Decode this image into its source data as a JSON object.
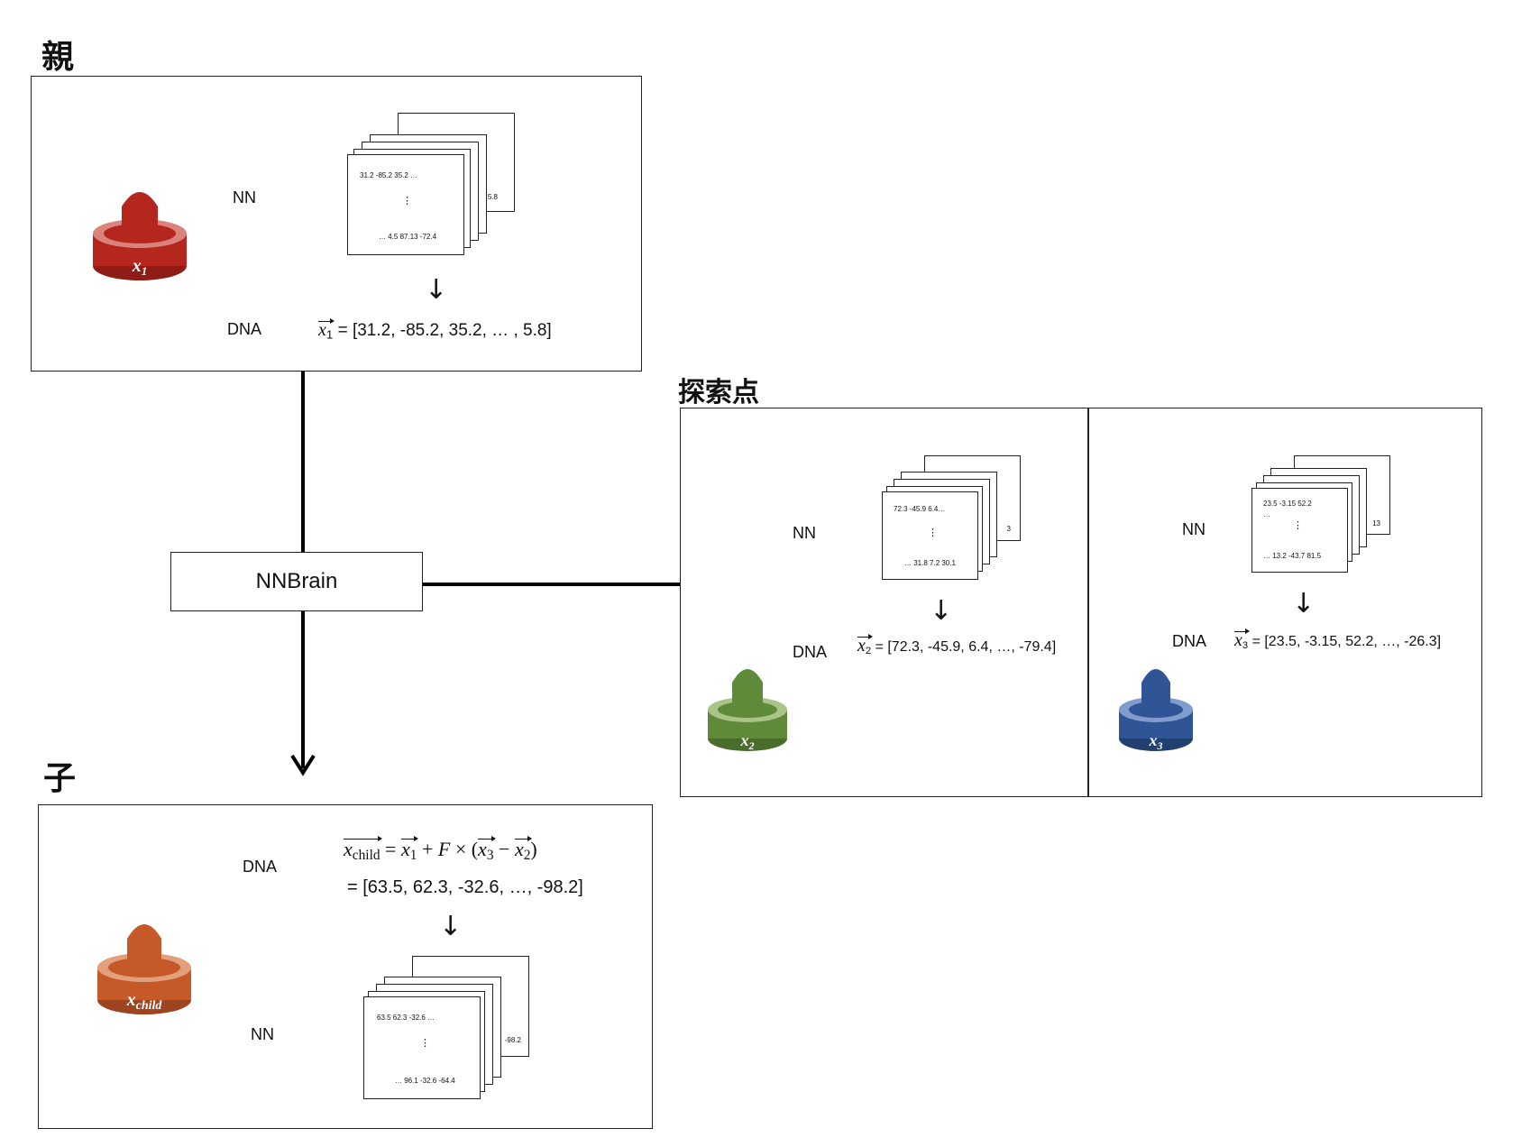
{
  "sections": {
    "parent": {
      "title": "親"
    },
    "search": {
      "title": "探索点"
    },
    "child": {
      "title": "子"
    }
  },
  "center": {
    "label": "NNBrain"
  },
  "labels": {
    "nn": "NN",
    "dna": "DNA"
  },
  "parent": {
    "piece_label": "x",
    "piece_sub": "1",
    "piece_color": "#b5261e",
    "vec_name": "x",
    "vec_sub": "1",
    "dna_value": " = [31.2, -85.2, 35.2, … , 5.8]",
    "matrix_top": "31.2  -85.2  35.2 …",
    "matrix_bottom": "… 4.5  87.13  -72.4",
    "matrix_side": "5.8"
  },
  "search_x2": {
    "piece_label": "x",
    "piece_sub": "2",
    "piece_color": "#5f8a3a",
    "vec_name": "x",
    "vec_sub": "2",
    "dna_value": " = [72.3, -45.9, 6.4, …, -79.4]",
    "matrix_top": "72.3  -45.9  6.4…",
    "matrix_bottom": "… 31.8  7.2  30.1",
    "matrix_side": "3"
  },
  "search_x3": {
    "piece_label": "x",
    "piece_sub": "3",
    "piece_color": "#2f5597",
    "vec_name": "x",
    "vec_sub": "3",
    "dna_value": " = [23.5, -3.15, 52.2, …, -26.3]",
    "matrix_top": "23.5  -3.15  52.2",
    "matrix_top2": "…",
    "matrix_bottom": "… 13.2  -43.7  81.5",
    "matrix_side": "13"
  },
  "child": {
    "piece_label": "x",
    "piece_sub": "child",
    "piece_color": "#c55a28",
    "formula_lhs": "x",
    "formula_lhs_sub": "child",
    "formula_eq": " = ",
    "formula_t1": "x",
    "formula_t1_sub": "1",
    "formula_plus": " + ",
    "formula_F": "F",
    "formula_times": " × (",
    "formula_t2": "x",
    "formula_t2_sub": "3",
    "formula_minus": " − ",
    "formula_t3": "x",
    "formula_t3_sub": "2",
    "formula_close": ")",
    "result": "= [63.5, 62.3, -32.6, …, -98.2]",
    "matrix_top": "63.5  62.3  -32.6 …",
    "matrix_bottom": "… 96.1 -32.6 -64.4",
    "matrix_side": "-98.2"
  },
  "glyphs": {
    "down_arrow": "↓",
    "vdots": "⋮",
    "ellipsis": "…"
  }
}
